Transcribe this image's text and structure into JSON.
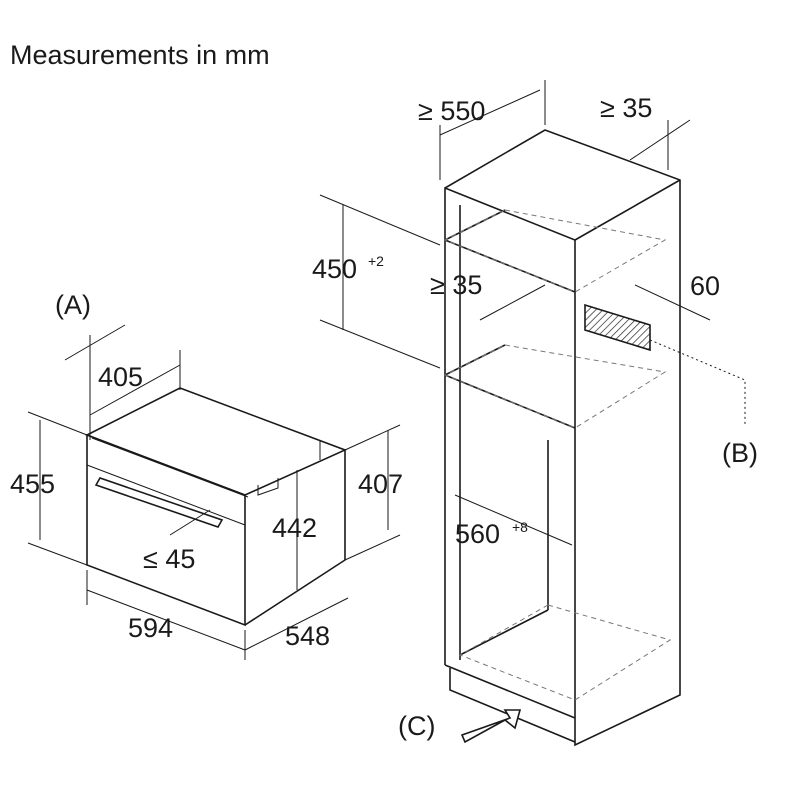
{
  "title": "Measurements in mm",
  "appliance": {
    "label_a": "(A)",
    "depth_gap": "405",
    "height_total": "455",
    "height_side": "407",
    "height_inner": "442",
    "handle_depth": "≤ 45",
    "width": "594",
    "depth": "548"
  },
  "cabinet": {
    "depth_min": "≥ 550",
    "rear_gap": "≥ 35",
    "niche_height": "450",
    "niche_height_tol": "+2",
    "shelf_gap": "≥ 35",
    "vent_dim": "60",
    "label_b": "(B)",
    "niche_width": "560",
    "niche_width_tol": "+8",
    "label_c": "(C)"
  }
}
